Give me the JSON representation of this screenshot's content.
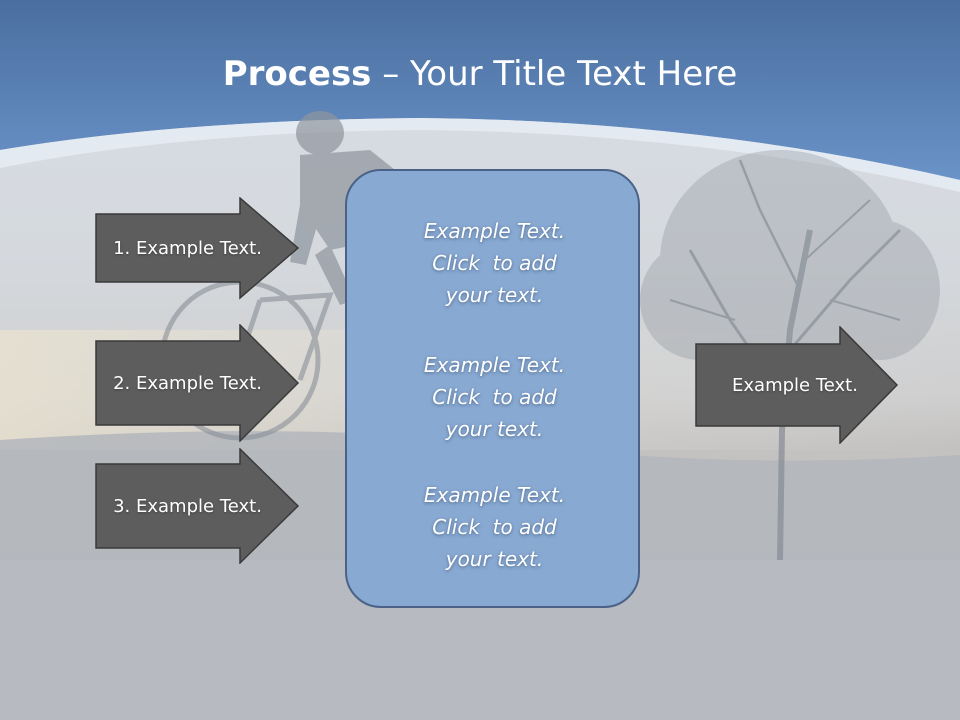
{
  "slide": {
    "title_bold": "Process",
    "title_rest": " – Your Title Text Here"
  },
  "left_arrows": [
    {
      "label": "1. Example Text."
    },
    {
      "label": "2. Example Text."
    },
    {
      "label": "3. Example Text."
    }
  ],
  "center_box": {
    "paragraphs": [
      {
        "line1": "Example Text.",
        "line2": "Click  to add",
        "line3": "your text."
      },
      {
        "line1": "Example Text.",
        "line2": "Click  to add",
        "line3": "your text."
      },
      {
        "line1": "Example Text.",
        "line2": "Click  to add",
        "line3": "your text."
      }
    ]
  },
  "right_arrow": {
    "label": "Example Text."
  },
  "colors": {
    "header_blue": "#5a82b8",
    "arrow_fill": "#5d5d5d",
    "box_fill": "#88a9d2",
    "box_border": "#4a6287"
  }
}
